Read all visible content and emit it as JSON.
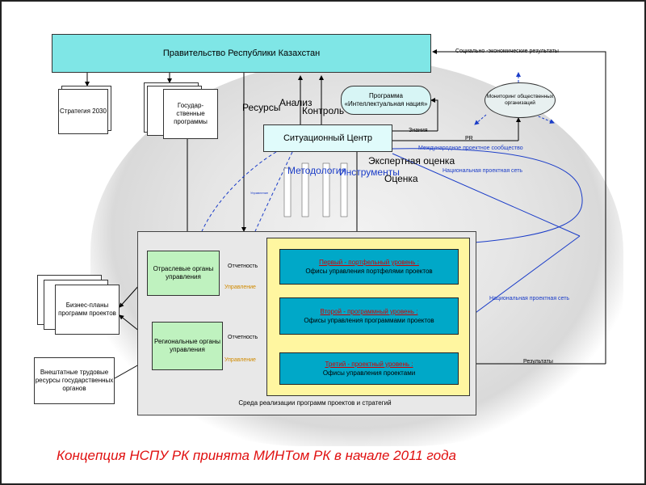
{
  "government": "Правительство Республики Казахстан",
  "situation_center": "Ситуационный Центр",
  "program_intellectual_nation": "Программа «Интеллектуальная нация»",
  "monitoring": "Мониторинг общественных организаций",
  "strategy": "Стратегия 2030",
  "state_programs": "Государ-ственные программы",
  "business_plans": "Бизнес-планы программ проектов",
  "outsourced_resources": "Внештатные трудовые ресурсы государственных органов",
  "sectoral_bodies": "Отраслевые органы управления",
  "regional_bodies": "Региональные органы управления",
  "level1_title": "Первый - портфельный уровень :",
  "level1_sub": "Офисы управления портфелями проектов",
  "level2_title": "Второй - программный уровень :",
  "level2_sub": "Офисы управления программами проектов",
  "level3_title": "Третий - проектный уровень :",
  "level3_sub": "Офисы управления проектами",
  "environment_label": "Среда реализации программ проектов и стратегий",
  "labels": {
    "socio_economic": "Социально -экономические результаты",
    "resources": "Ресурсы",
    "analysis": "Анализ",
    "control": "Контроль",
    "knowledge": "Знания",
    "pr": "PR",
    "intl_community": "Международное проектное сообщество",
    "national_network": "Национальная проектная сеть",
    "national_network2": "Национальная проектная сеть",
    "expert_assessment": "Экспертная оценка",
    "methodology": "Методология",
    "tools": "Инструменты",
    "assessment": "Оценка",
    "reporting1": "Отчетность",
    "management1": "Управление",
    "reporting2": "Отчетность",
    "management2": "Управление",
    "results": "Результаты",
    "small_blue": "Управление"
  },
  "caption": "Концепция НСПУ РК принята МИНТом РК в начале 2011 года"
}
